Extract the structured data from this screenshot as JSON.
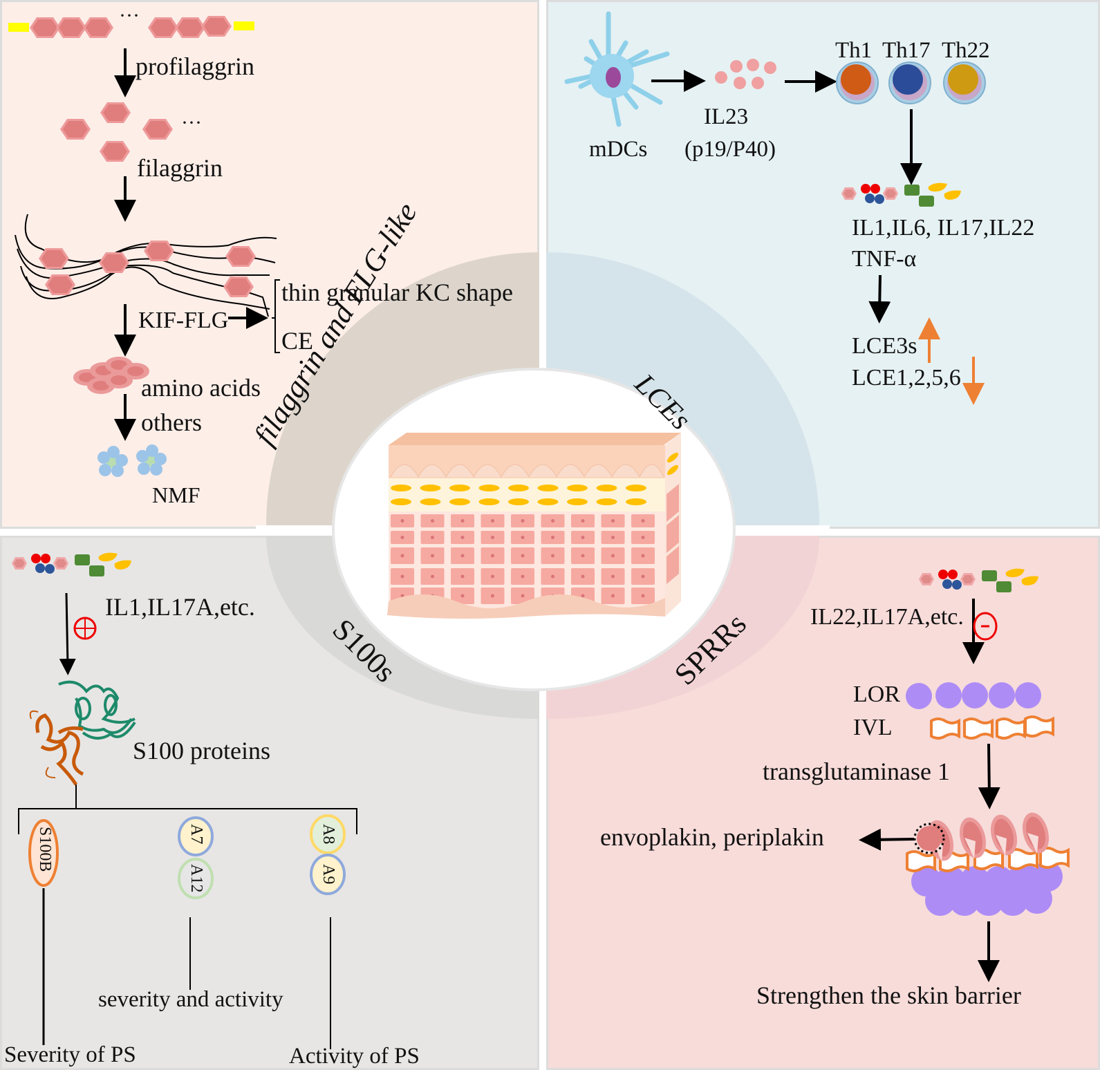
{
  "panels": {
    "filaggrin": {
      "ring_label": "filaggrin and FLG-like",
      "profilaggrin": "profilaggrin",
      "filaggrin": "filaggrin",
      "kif_flg": "KIF-FLG",
      "thin_granular": "thin granular KC shape",
      "ce": "CE",
      "amino_acids": "amino acids",
      "others": "others",
      "nmf": "NMF",
      "ellipsis": "···"
    },
    "lces": {
      "ring_label": "LCEs",
      "mdcs": "mDCs",
      "il23": "IL23",
      "il23_sub": "(p19/P40)",
      "th_cells": [
        "Th1",
        "Th17",
        "Th22"
      ],
      "cytokines_line1": "IL1,IL6, IL17,IL22",
      "cytokines_line2": "TNF-α",
      "lce3s": "LCE3s",
      "lce1256": "LCE1,2,5,6",
      "up_color": "#ee8033",
      "down_color": "#ee8033"
    },
    "s100s": {
      "ring_label": "S100s",
      "cytokines": "IL1,IL17A,etc.",
      "plus_symbol": "⊕",
      "proteins": "S100 proteins",
      "members": [
        "S100B",
        "A7",
        "A12",
        "A8",
        "A9"
      ],
      "severity_ps": "Severity of PS",
      "severity_activity": "severity and activity",
      "activity_ps": "Activity of PS"
    },
    "sprrs": {
      "ring_label": "SPRRs",
      "cytokines": "IL22,IL17A,etc.",
      "minus_symbol": "-",
      "lor": "LOR",
      "ivl": "IVL",
      "tgm1": "transglutaminase 1",
      "plakins": "envoplakin, periplakin",
      "outcome": "Strengthen the skin barrier"
    }
  },
  "colors": {
    "panel_filaggrin": "#fdeee8",
    "panel_lces": "#e6f1f3",
    "panel_s100s": "#e7e6e5",
    "panel_sprrs": "#f7dcda",
    "ring_filaggrin": "#ddd5cb",
    "ring_lces": "#d5e4ea",
    "ring_s100s": "#d9d9d8",
    "ring_sprrs": "#f2d3d5",
    "hexagon": "#e08080",
    "yellow_tag": "#ffff00",
    "loricrin": "#ae8cf6",
    "ivl_stroke": "#ee8033"
  }
}
